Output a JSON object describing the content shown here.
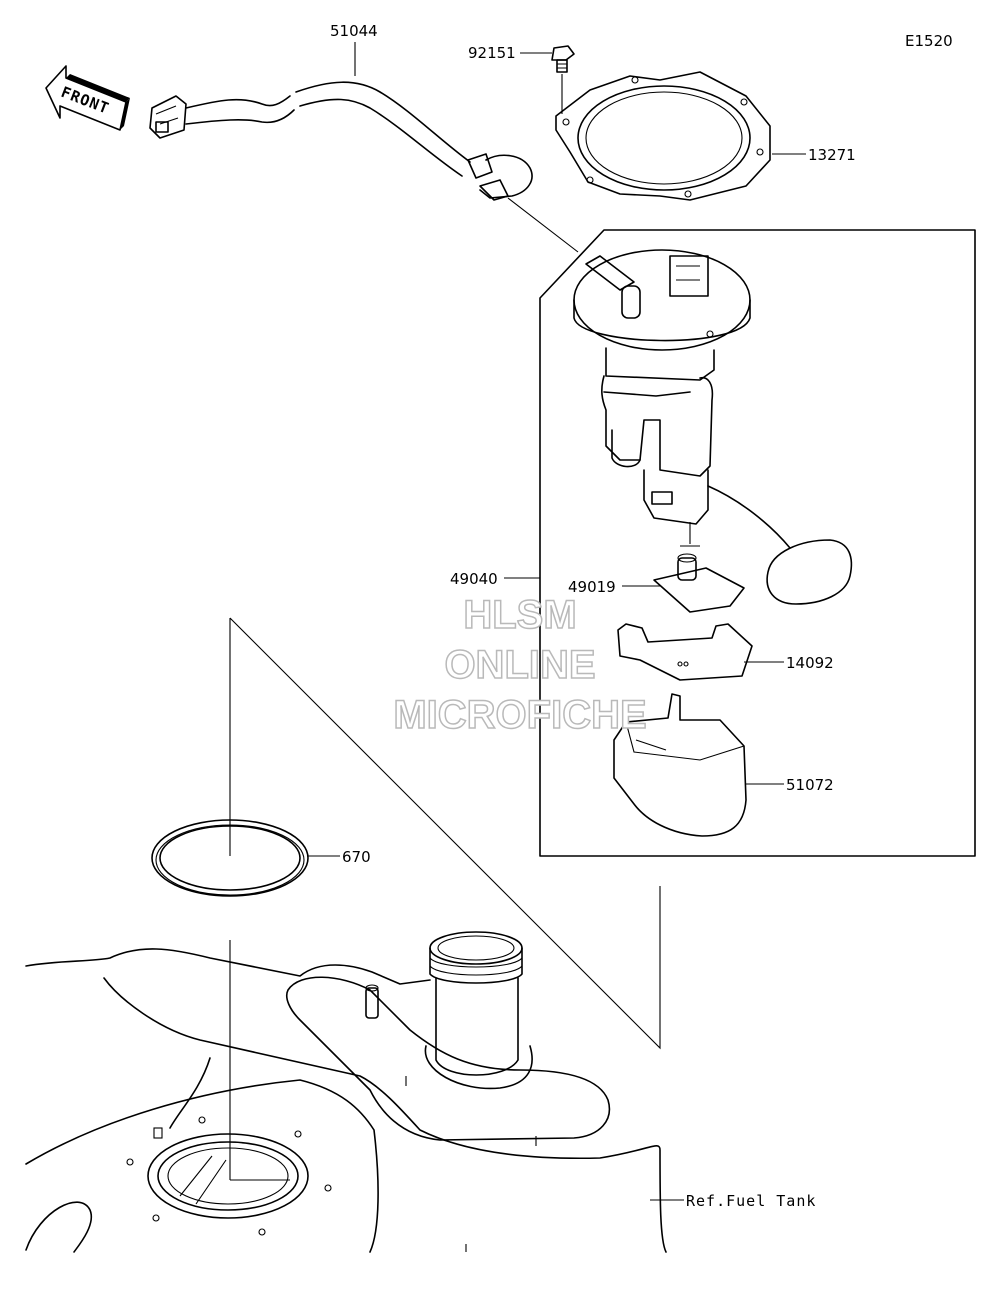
{
  "diagram_code": "E1520",
  "front_label": "FRONT",
  "watermark": {
    "line1": "HLSM",
    "line2": "ONLINE",
    "line3": "MICROFICHE"
  },
  "parts": {
    "hose": "51044",
    "bolt": "92151",
    "gasket_plate": "13271",
    "pump_assy": "49040",
    "filter": "49019",
    "bracket": "14092",
    "cup": "51072",
    "o_ring": "670"
  },
  "reference": "Ref.Fuel Tank"
}
